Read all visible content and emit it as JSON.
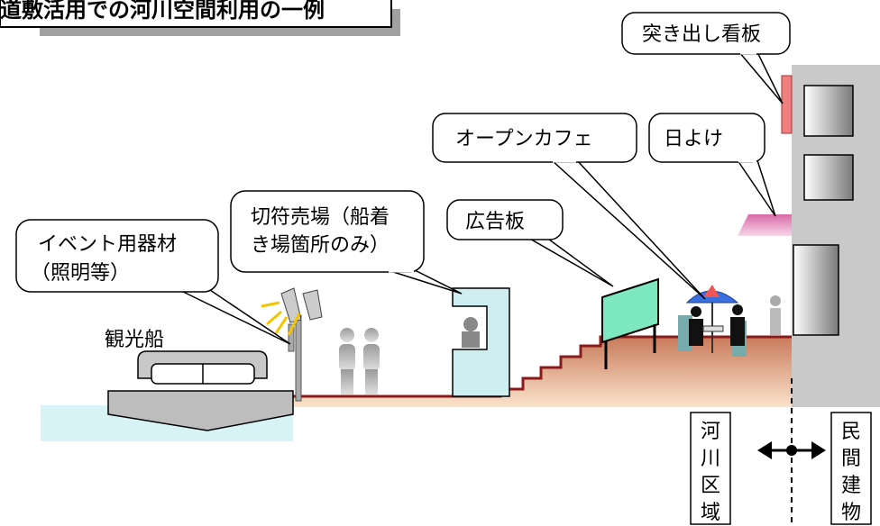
{
  "title": "道敷活用での河川空間利用の一例",
  "callouts": {
    "protruding_sign": "突き出し看板",
    "open_cafe": "オープンカフェ",
    "awning": "日よけ",
    "advertising_board": "広告板",
    "ticket_booth_line1": "切符売場（船着",
    "ticket_booth_line2": "き場箇所のみ）",
    "event_equipment_line1": "イベント用器材",
    "event_equipment_line2": "（照明等）"
  },
  "labels": {
    "sightseeing_boat": "観光船"
  },
  "boundary": {
    "river_area": [
      "河",
      "川",
      "区",
      "域"
    ],
    "private_building": [
      "民",
      "間",
      "建",
      "物"
    ]
  },
  "colors": {
    "ground_top": "#8b1a1a",
    "ground_fill": "#f4b98a",
    "water": "#d7f3f5",
    "board": "#7de8c0",
    "booth": "#cfeef2",
    "building": "#c9c9c9",
    "sign": "#f08080",
    "awning": "#e28fc0"
  }
}
